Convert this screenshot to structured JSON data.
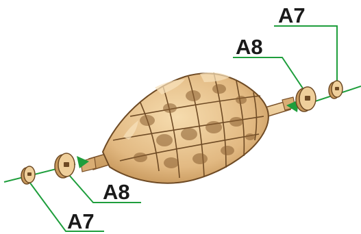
{
  "callouts": {
    "top_right_a7": "A7",
    "top_right_a8": "A8",
    "bottom_left_a8": "A8",
    "bottom_left_a7": "A7"
  },
  "colors": {
    "wood_light": "#f0d2a2",
    "wood_mid": "#dcb27a",
    "wood_dark": "#a97a45",
    "wood_edge": "#6e4a24",
    "leader_green": "#1e9e3c",
    "label_text": "#1a1a1a"
  }
}
